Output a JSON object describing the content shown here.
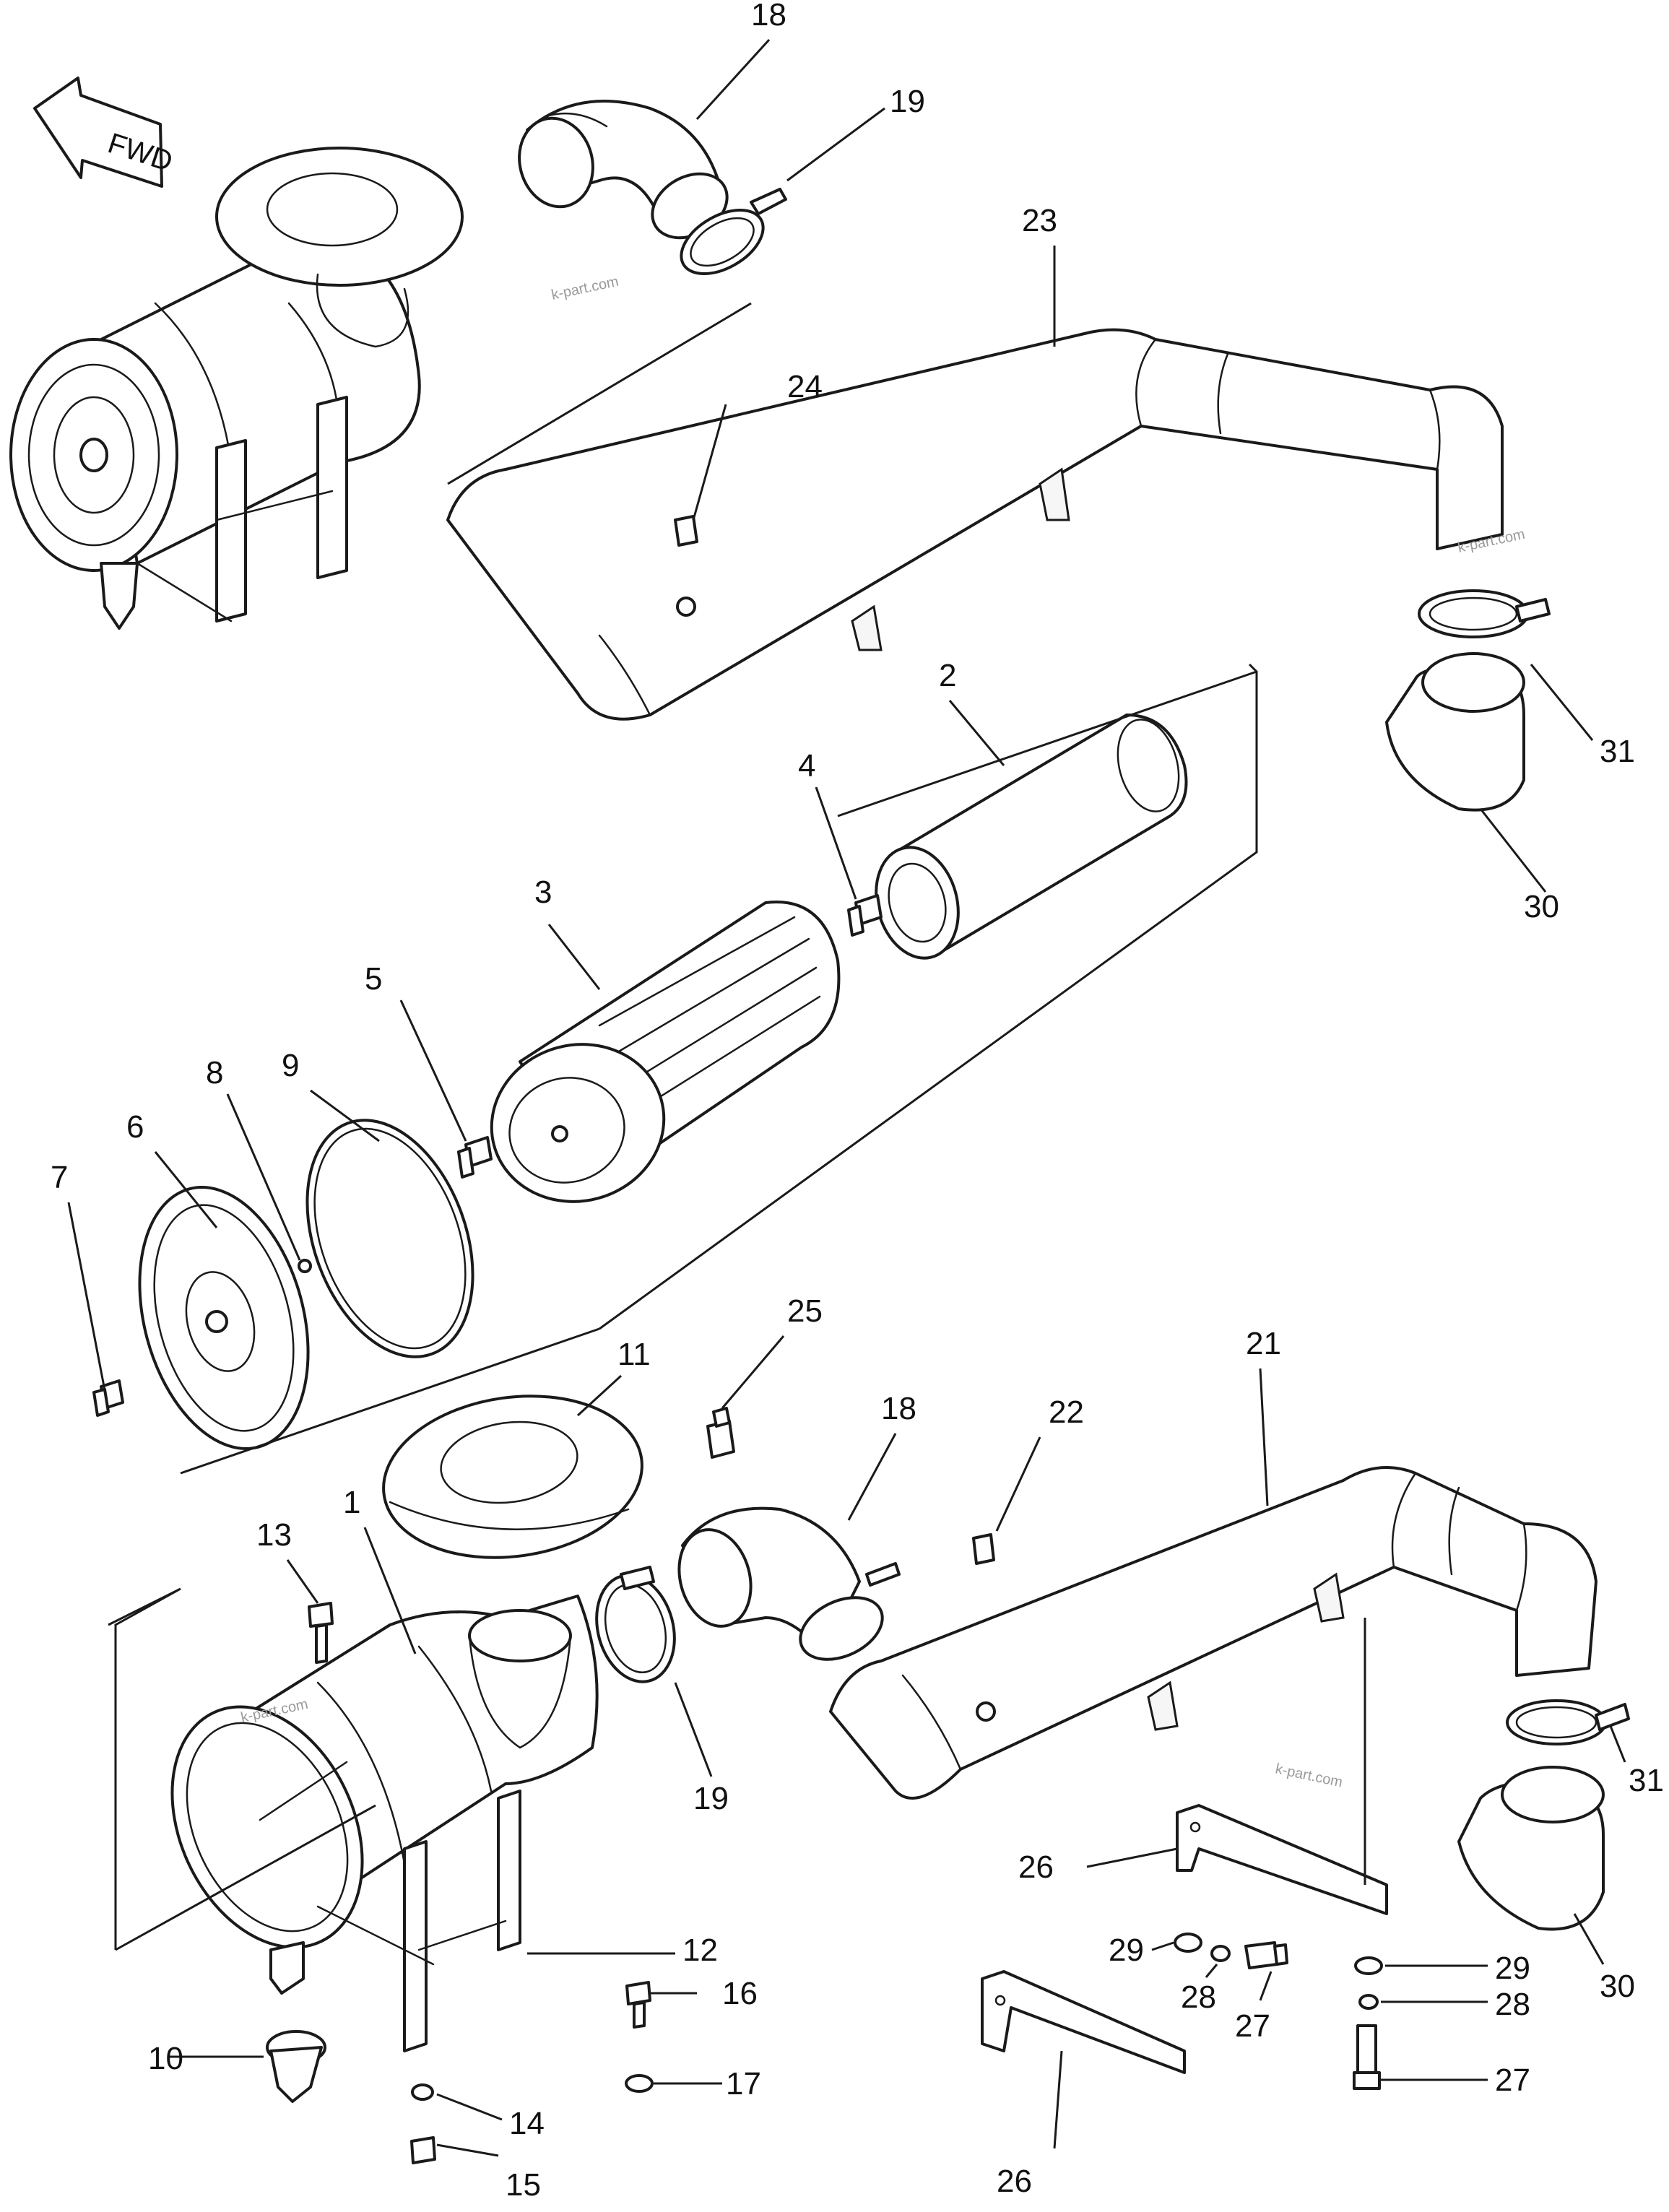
{
  "direction_label": "FWD",
  "watermarks": [
    "k-part.com",
    "k-part.com",
    "k-part.com",
    "k-part.com"
  ],
  "callouts": {
    "c1": "1",
    "c2": "2",
    "c3": "3",
    "c4": "4",
    "c5": "5",
    "c6": "6",
    "c7": "7",
    "c8": "8",
    "c9": "9",
    "c10": "10",
    "c11": "11",
    "c12": "12",
    "c13": "13",
    "c14": "14",
    "c15": "15",
    "c16": "16",
    "c17": "17",
    "c18a": "18",
    "c18b": "18",
    "c19a": "19",
    "c19b": "19",
    "c21": "21",
    "c22": "22",
    "c23": "23",
    "c24": "24",
    "c25": "25",
    "c26a": "26",
    "c26b": "26",
    "c27a": "27",
    "c27b": "27",
    "c28a": "28",
    "c28b": "28",
    "c29a": "29",
    "c29b": "29",
    "c30a": "30",
    "c30b": "30",
    "c31a": "31",
    "c31b": "31"
  }
}
